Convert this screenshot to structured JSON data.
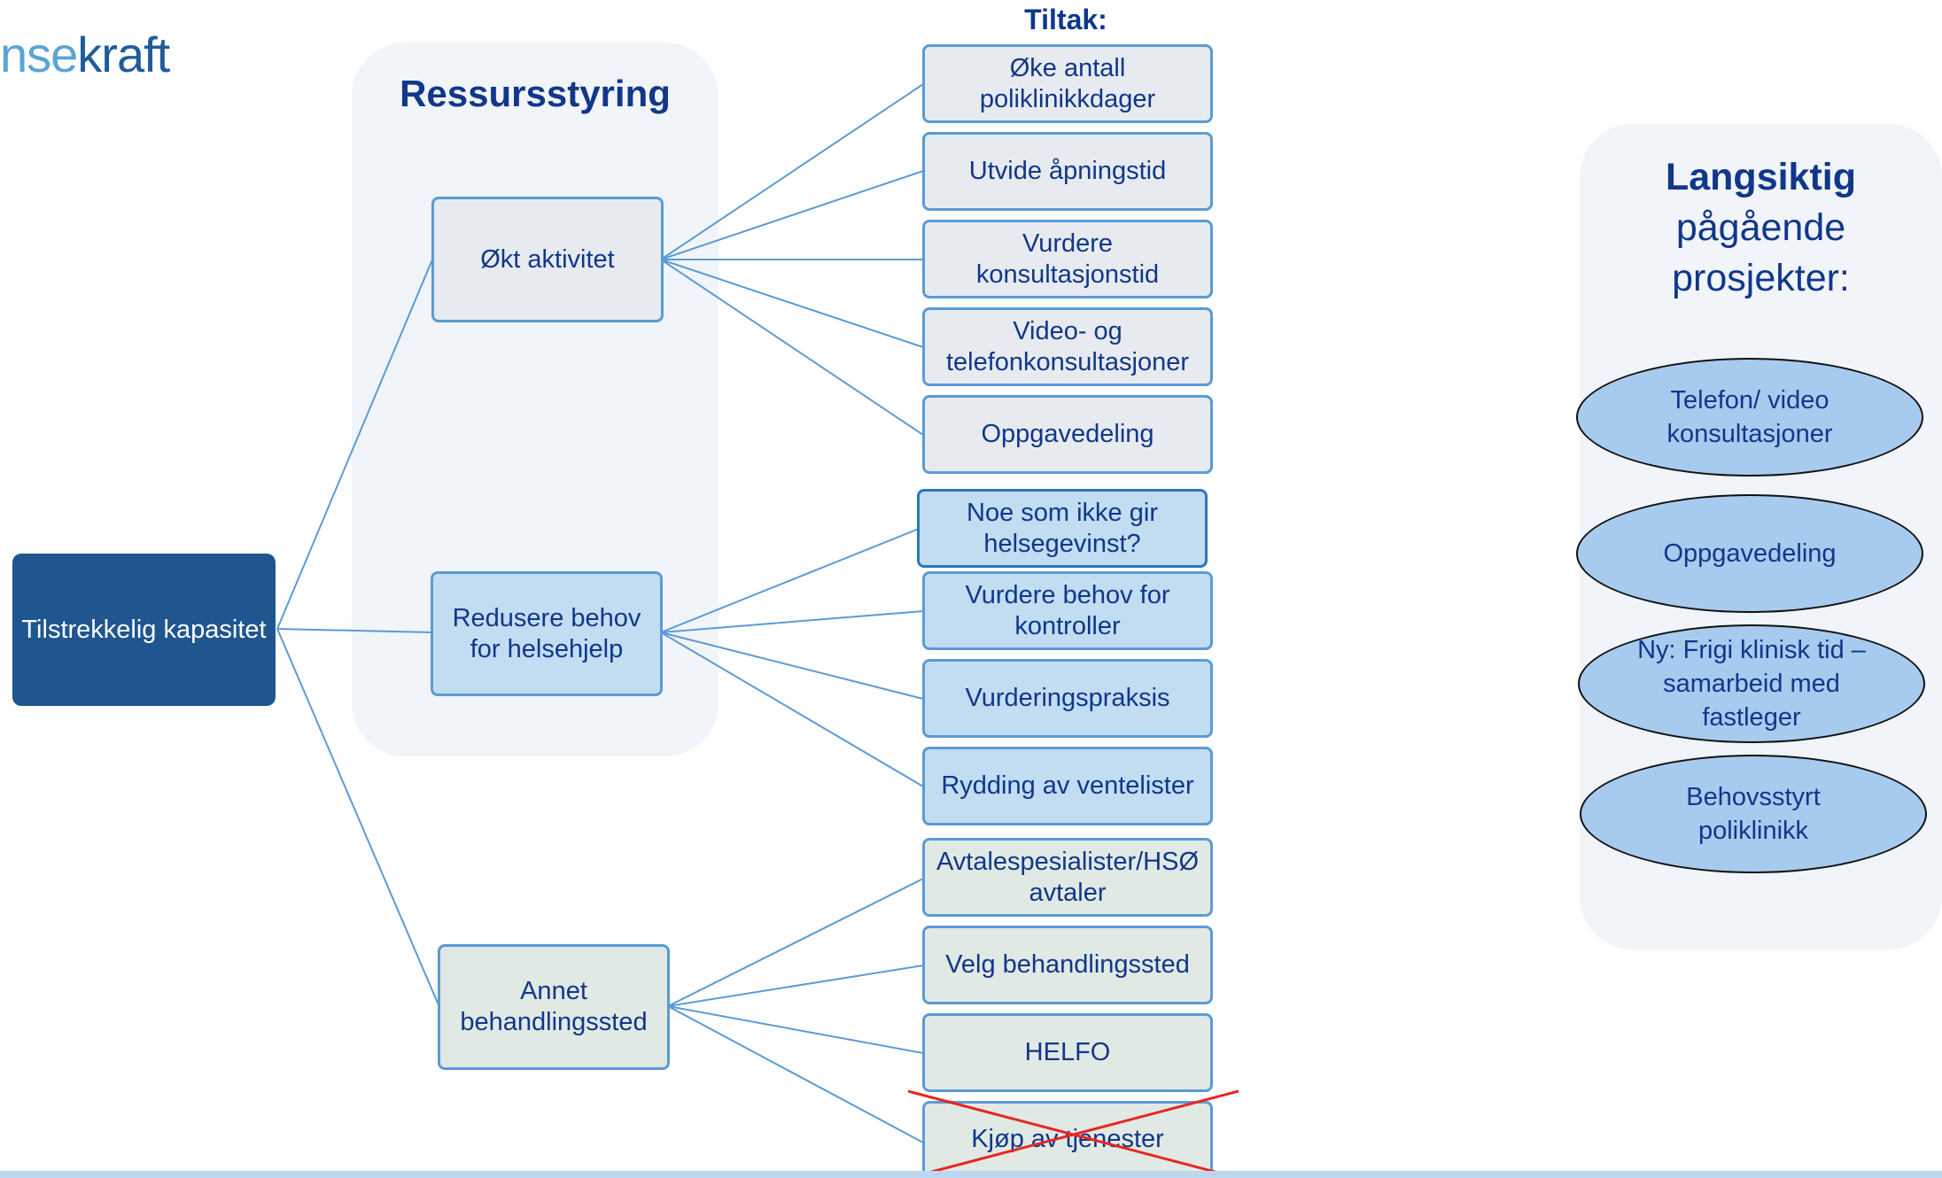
{
  "logo": {
    "part1": "nse",
    "part2": "kraft"
  },
  "panels": {
    "ressursstyring": {
      "title": "Ressursstyring"
    },
    "langsiktig": {
      "title_bold": "Langsiktig",
      "title_rest_1": "pågående",
      "title_rest_2": "prosjekter:"
    }
  },
  "tiltak_label": "Tiltak:",
  "root": {
    "label": "Tilstrekkelig kapasitet"
  },
  "categories": [
    {
      "id": "okt",
      "label": "Økt aktivitet"
    },
    {
      "id": "redusere",
      "label": "Redusere behov for helsehjelp"
    },
    {
      "id": "annet",
      "label": "Annet behandlingssted"
    }
  ],
  "measures": [
    {
      "label": "Øke antall poliklinikkdager",
      "group": "okt"
    },
    {
      "label": "Utvide åpningstid",
      "group": "okt"
    },
    {
      "label": "Vurdere konsultasjonstid",
      "group": "okt"
    },
    {
      "label": "Video- og telefonkonsultasjoner",
      "group": "okt"
    },
    {
      "label": "Oppgavedeling",
      "group": "okt"
    },
    {
      "label": "Noe som ikke gir helsegevinst?",
      "group": "redusere"
    },
    {
      "label": "Vurdere behov for kontroller",
      "group": "redusere"
    },
    {
      "label": "Vurderingspraksis",
      "group": "redusere"
    },
    {
      "label": "Rydding av ventelister",
      "group": "redusere"
    },
    {
      "label": "Avtalespesialister/HSØ avtaler",
      "group": "annet"
    },
    {
      "label": "Velg behandlingssted",
      "group": "annet"
    },
    {
      "label": "HELFO",
      "group": "annet"
    },
    {
      "label": "Kjøp av tjenester",
      "group": "annet",
      "crossed_out": true
    }
  ],
  "projects": [
    "Telefon/ video konsultasjoner",
    "Oppgavedeling",
    "Ny: Frigi klinisk tid – samarbeid med fastleger",
    "Behovsstyrt poliklinikk"
  ],
  "colors": {
    "dark_blue": "#1f568f",
    "text_blue": "#10378a",
    "border_blue": "#5b9bd5",
    "grey_fill": "#e7eaef",
    "blue_fill": "#c2dcf2",
    "green_fill": "#e1e9e4",
    "ellipse_fill": "#a7cbee",
    "cross_red": "#e8261f"
  }
}
